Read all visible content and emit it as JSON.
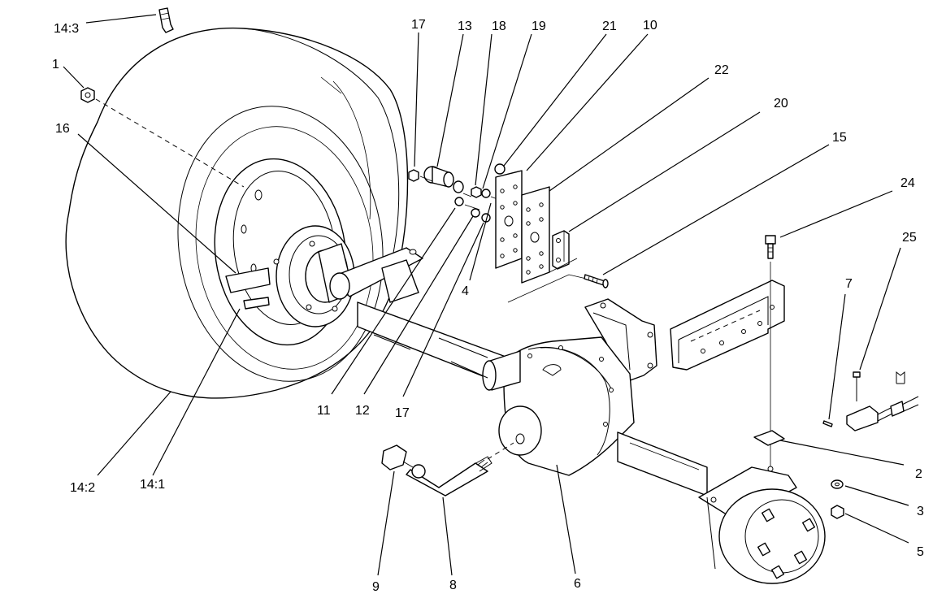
{
  "callouts": [
    {
      "id": "c-14-3",
      "text": "14:3"
    },
    {
      "id": "c-1",
      "text": "1"
    },
    {
      "id": "c-16",
      "text": "16"
    },
    {
      "id": "c-17a",
      "text": "17"
    },
    {
      "id": "c-13",
      "text": "13"
    },
    {
      "id": "c-18",
      "text": "18"
    },
    {
      "id": "c-19",
      "text": "19"
    },
    {
      "id": "c-21",
      "text": "21"
    },
    {
      "id": "c-10",
      "text": "10"
    },
    {
      "id": "c-22",
      "text": "22"
    },
    {
      "id": "c-20",
      "text": "20"
    },
    {
      "id": "c-15",
      "text": "15"
    },
    {
      "id": "c-24",
      "text": "24"
    },
    {
      "id": "c-25",
      "text": "25"
    },
    {
      "id": "c-7",
      "text": "7"
    },
    {
      "id": "c-4",
      "text": "4"
    },
    {
      "id": "c-11",
      "text": "11"
    },
    {
      "id": "c-12",
      "text": "12"
    },
    {
      "id": "c-17b",
      "text": "17"
    },
    {
      "id": "c-14-2",
      "text": "14:2"
    },
    {
      "id": "c-14-1",
      "text": "14:1"
    },
    {
      "id": "c-2",
      "text": "2"
    },
    {
      "id": "c-3",
      "text": "3"
    },
    {
      "id": "c-5",
      "text": "5"
    },
    {
      "id": "c-9",
      "text": "9"
    },
    {
      "id": "c-8",
      "text": "8"
    },
    {
      "id": "c-6",
      "text": "6"
    }
  ],
  "colors": {
    "line": "#000000",
    "background": "#ffffff"
  }
}
